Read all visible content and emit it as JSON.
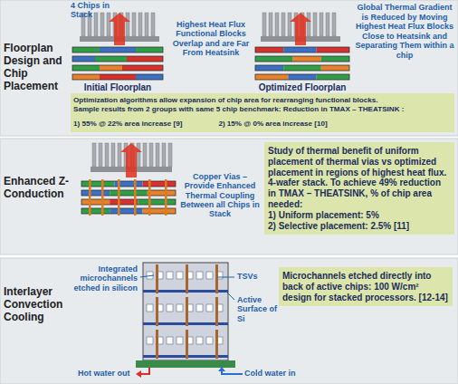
{
  "diagram": {
    "nodes": [
      {
        "text": [
          "Floorplan Design and Chip Placement"
        ]
      },
      {
        "text": [
          "Global Thermal Gradient is Reduced by Moving Highest Heat Flux Blocks Close to Heatsink and Separating Them within a chip"
        ],
        "in": 0
      },
      {
        "text": [
          "Optimization algorithms allow expansion of chip area for rearranging functional blocks.",
          "Sample results from 2 groups with same 5 chip benchmark: Reduction in TMAX – THEATSINK :",
          "1) 55% @ 22% area increase [9]",
          "2) 15% @ 0% area increase [10]"
        ],
        "in": 0
      },
      {
        "text": [
          "Enhanced Z-Conduction"
        ]
      },
      {
        "text": [
          "Study of thermal benefit of uniform placement of thermal vias vs optimized placement in regions of highest heat flux. 4-wafer stack. To achieve 49% reduction in TMAX – THEATSINK, % of chip area needed:",
          "1) Uniform placement: 5%",
          "2) Selective placement: 2.5% [11]"
        ],
        "in": 3
      },
      {
        "text": [
          "Interlayer Convection Cooling"
        ]
      },
      {
        "text": [
          "Microchannels etched directly into back of active chips: 100 W/cm² design for stacked processors. [12-14]"
        ],
        "in": 5
      }
    ],
    "labels": [
      "4 Chips in Stack",
      "Highest Heat Flux Functional Blocks Overlap and are Far From Heatsink",
      "Initial Floorplan",
      "Optimized Floorplan",
      "Copper Vias – Provide Enhanced Thermal Coupling Between all Chips in Stack",
      "Integrated microchannels etched in silicon",
      "TSVs",
      "Active Surface of Si",
      "Hot water out",
      "Cold water in"
    ]
  }
}
